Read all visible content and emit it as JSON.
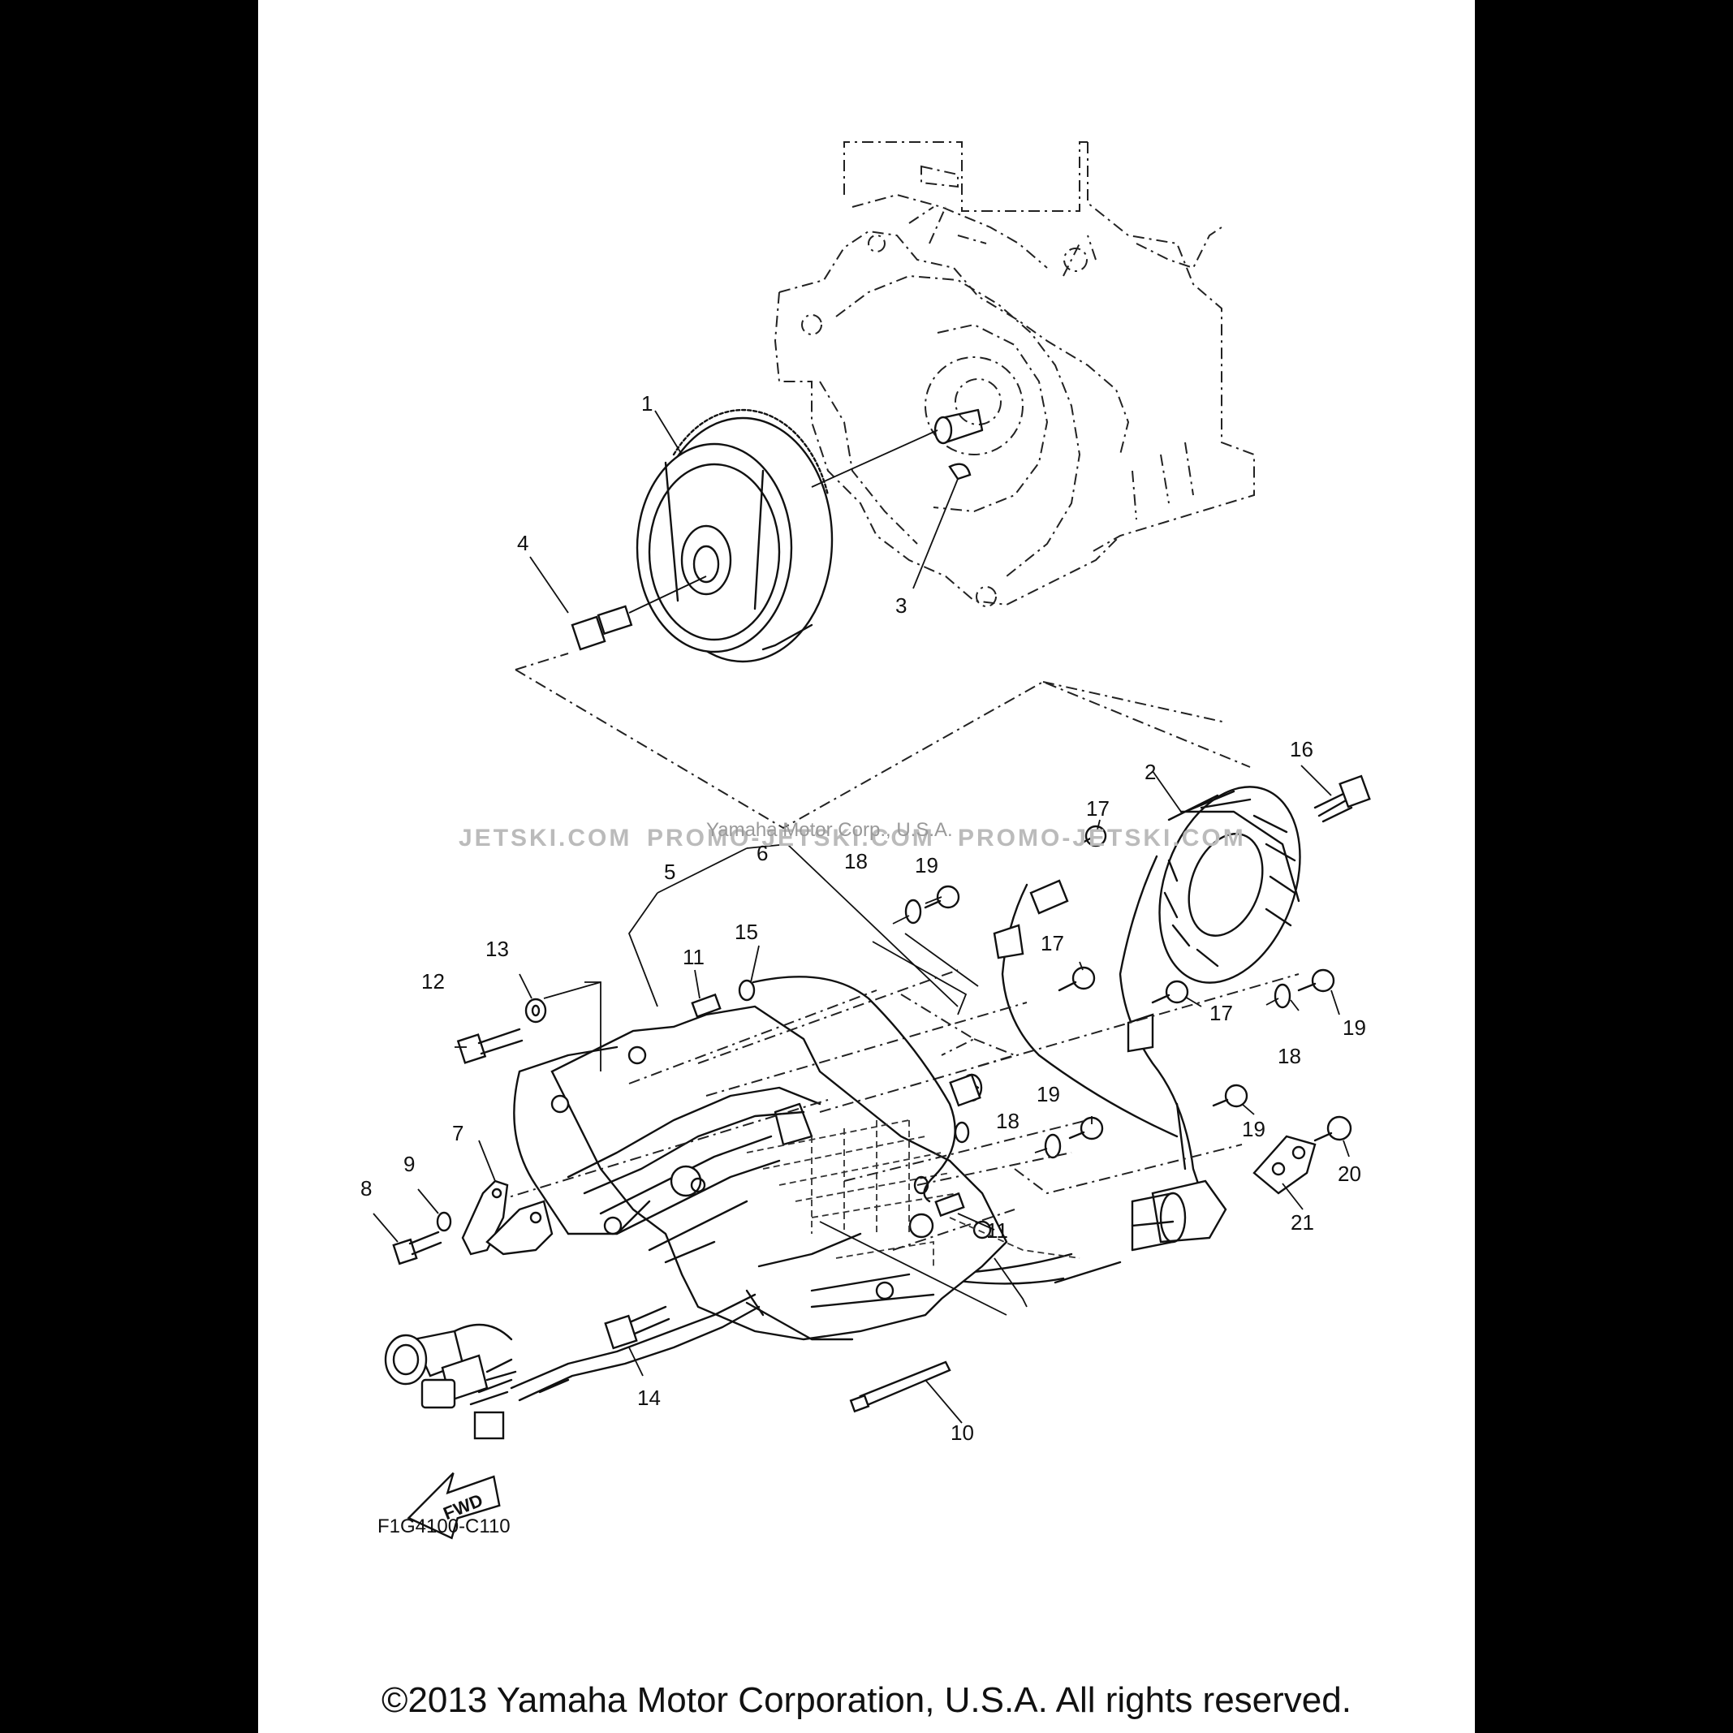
{
  "diagram": {
    "drawing_code": "F1G4100-C110",
    "fwd_label": "FWD",
    "callouts": {
      "c1": "1",
      "c2": "2",
      "c3": "3",
      "c4": "4",
      "c5": "5",
      "c6": "6",
      "c7": "7",
      "c8": "8",
      "c9": "9",
      "c10": "10",
      "c11a": "11",
      "c11b": "11",
      "c12": "12",
      "c13": "13",
      "c14": "14",
      "c15": "15",
      "c16": "16",
      "c17a": "17",
      "c17b": "17",
      "c17c": "17",
      "c18a": "18",
      "c18b": "18",
      "c18c": "18",
      "c19a": "19",
      "c19b": "19",
      "c19c": "19",
      "c19d": "19",
      "c20": "20",
      "c21": "21"
    }
  },
  "watermark": {
    "left": "JETSKI.COM",
    "center": "PROMO-JETSKI.COM",
    "right": "PROMO-JETSKI.COM",
    "overlay": "Yamaha Motor Corp., U.S.A."
  },
  "footer": {
    "copyright": "©2013 Yamaha Motor Corporation, U.S.A. All rights reserved."
  }
}
